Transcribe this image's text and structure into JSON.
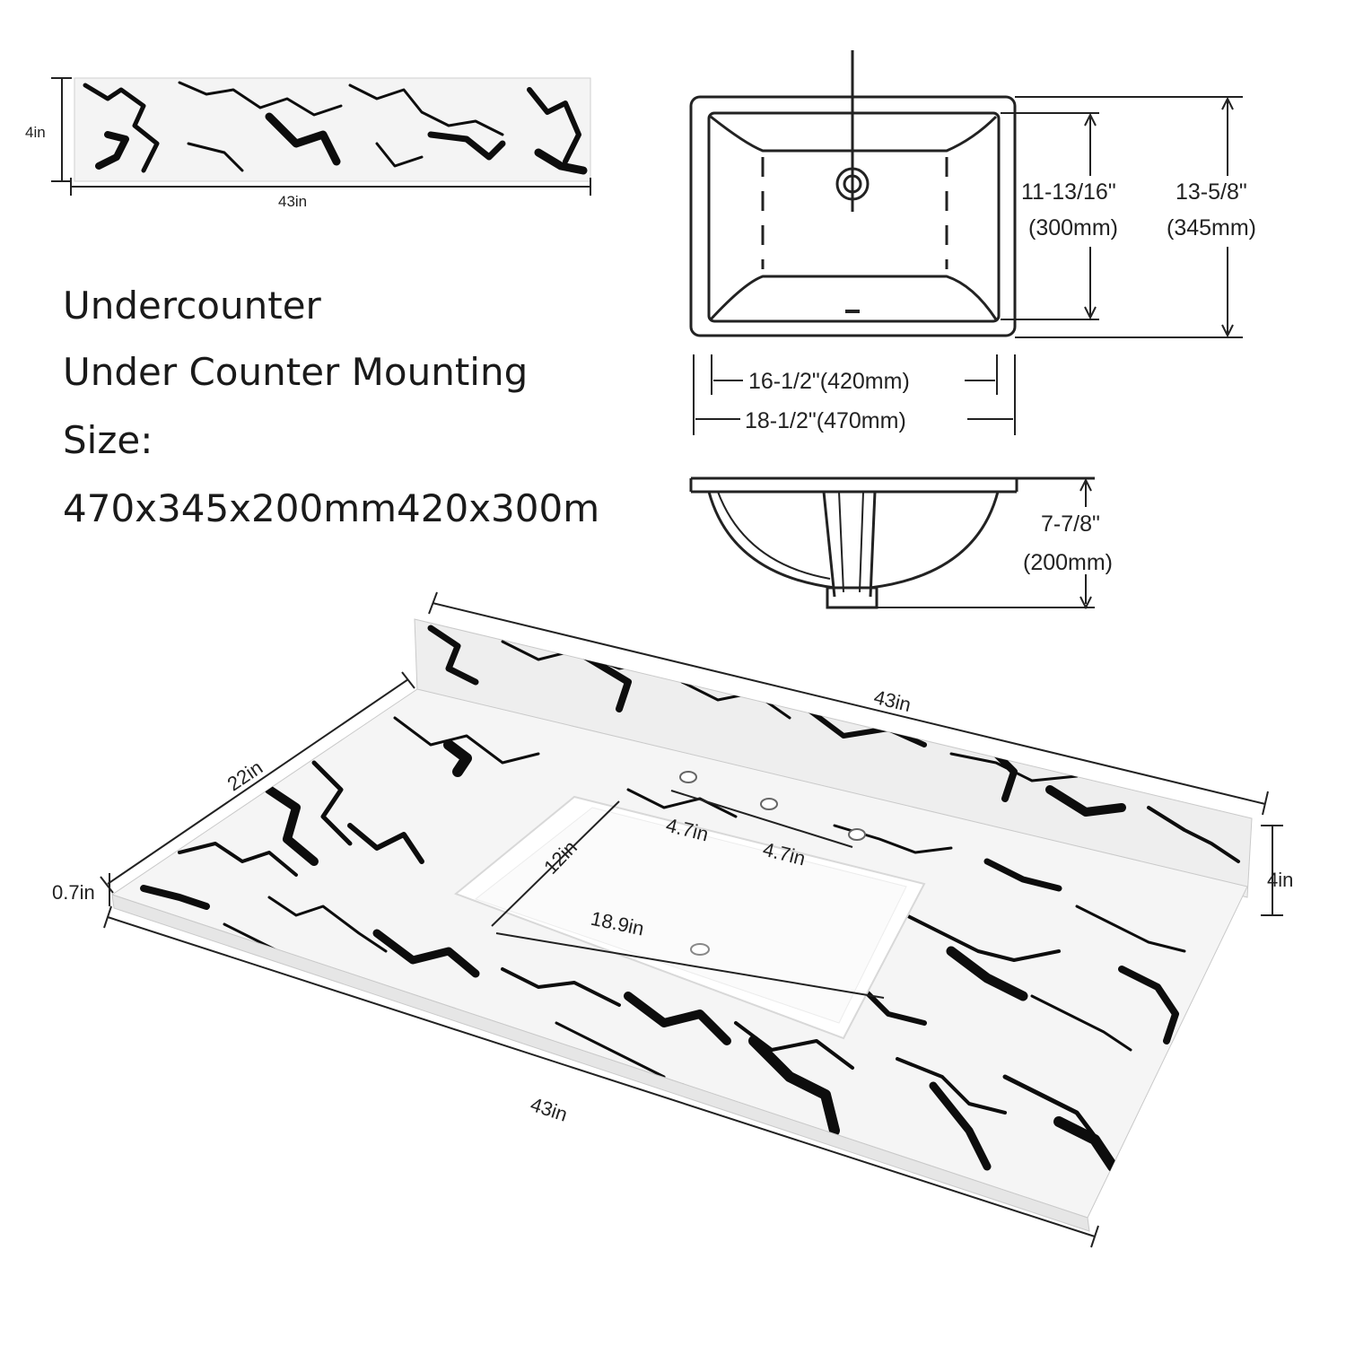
{
  "description": {
    "line1": "Undercounter",
    "line2": "Under Counter Mounting",
    "line3": "Size:",
    "line4": "470x345x200mm420x300m"
  },
  "backsplash": {
    "height_label": "4in",
    "width_label": "43in"
  },
  "sink_top_view": {
    "inner_length": "11-13/16\"",
    "inner_length_mm": "(300mm)",
    "outer_length": "13-5/8\"",
    "outer_length_mm": "(345mm)",
    "inner_width": "16-1/2\"(420mm)",
    "outer_width": "18-1/2\"(470mm)"
  },
  "sink_side_view": {
    "depth": "7-7/8\"",
    "depth_mm": "(200mm)"
  },
  "countertop": {
    "back_length": "43in",
    "front_length": "43in",
    "depth": "22in",
    "thickness": "0.7in",
    "backsplash_height": "4in",
    "basin_width": "12in",
    "basin_length": "18.9in",
    "hole_spacing_1": "4.7in",
    "hole_spacing_2": "4.7in"
  },
  "colors": {
    "marble_base": "#f4f4f4",
    "vein": "#0d0d0d",
    "line": "#222222",
    "sink": "#ffffff"
  }
}
